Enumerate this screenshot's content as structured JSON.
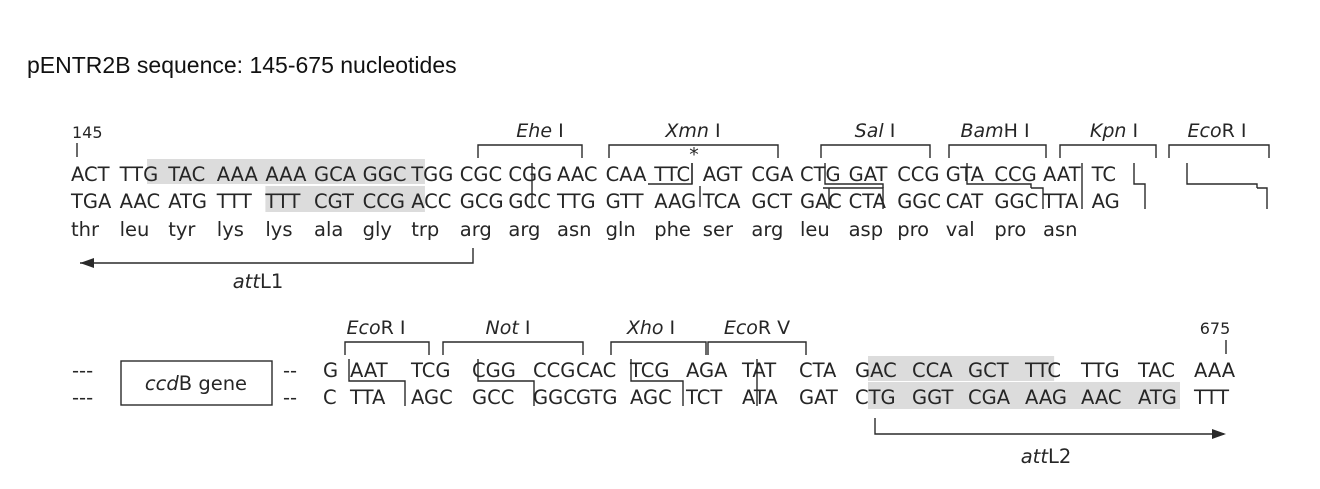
{
  "title": "pENTR2B sequence: 145-675 nucleotides",
  "block1": {
    "start_number": "145",
    "top_strand": [
      "ACT",
      "TTG",
      "TAC",
      "AAA",
      "AAA",
      "GCA",
      "GGC",
      "TGG",
      "CGC",
      "CGG",
      "AAC",
      "CAA",
      "TTC",
      "AGT",
      "CGA",
      "CTG",
      "GAT",
      "CCG",
      "GTA",
      "CCG",
      "AAT",
      "TC"
    ],
    "bottom_strand": [
      "TGA",
      "AAC",
      "ATG",
      "TTT",
      "TTT",
      "CGT",
      "CCG",
      "ACC",
      "GCG",
      "GCC",
      "TTG",
      "GTT",
      "AAG",
      "TCA",
      "GCT",
      "GAC",
      "CTA",
      "GGC",
      "CAT",
      "GGC",
      "TTA",
      "AG"
    ],
    "amino_acids": [
      "thr",
      "leu",
      "tyr",
      "lys",
      "lys",
      "ala",
      "gly",
      "trp",
      "arg",
      "arg",
      "asn",
      "gln",
      "phe",
      "ser",
      "arg",
      "leu",
      "asp",
      "pro",
      "val",
      "pro",
      "asn"
    ],
    "enzymes": [
      {
        "italic": "Ehe",
        "roman": " I"
      },
      {
        "italic": "Xmn",
        "roman": " I"
      },
      {
        "italic": "Sal",
        "roman": " I"
      },
      {
        "italic": "Bam",
        "roman": "H I"
      },
      {
        "italic": "Kpn",
        "roman": " I"
      },
      {
        "italic": "Eco",
        "roman": "R I"
      }
    ],
    "star": "*",
    "att_label": {
      "italic": "att",
      "roman": "L1"
    }
  },
  "block2": {
    "end_number": "675",
    "dashes": "---",
    "dashes_short": "--",
    "gene_box": {
      "italic": "ccd",
      "roman": "B gene"
    },
    "top_strand": [
      "G",
      "AAT",
      "TCG",
      "CGG",
      "CCG",
      "CAC",
      "TCG",
      "AGA",
      "TAT",
      "CTA",
      "GAC",
      "CCA",
      "GCT",
      "TTC",
      "TTG",
      "TAC",
      "AAA"
    ],
    "bottom_strand": [
      "C",
      "TTA",
      "AGC",
      "GCC",
      "GGC",
      "GTG",
      "AGC",
      "TCT",
      "ATA",
      "GAT",
      "CTG",
      "GGT",
      "CGA",
      "AAG",
      "AAC",
      "ATG",
      "TTT"
    ],
    "enzymes": [
      {
        "italic": "Eco",
        "roman": "R I"
      },
      {
        "italic": "Not",
        "roman": " I"
      },
      {
        "italic": "Xho",
        "roman": " I"
      },
      {
        "italic": "Eco",
        "roman": "R V"
      }
    ],
    "att_label": {
      "italic": "att",
      "roman": "L2"
    }
  }
}
